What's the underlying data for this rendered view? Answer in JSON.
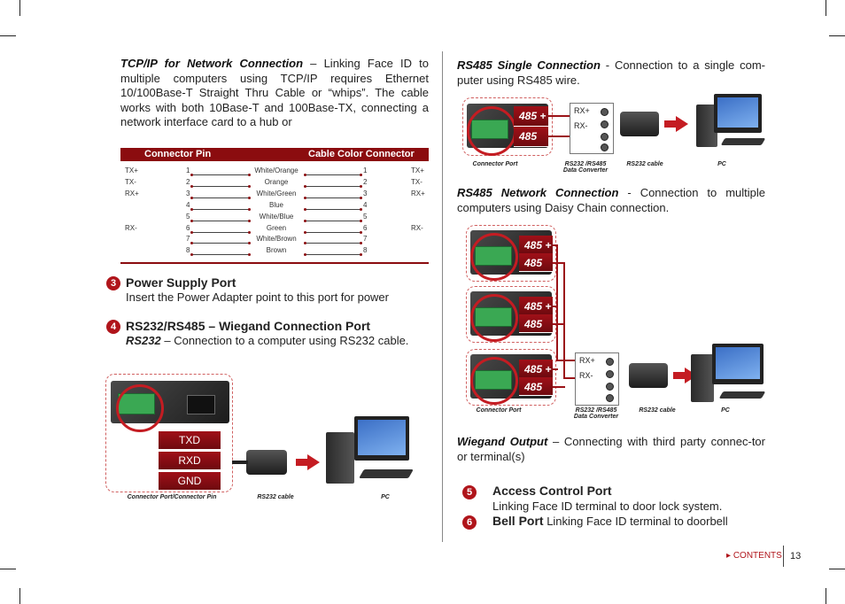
{
  "left": {
    "tcp_title": "TCP/IP for Network Connection",
    "tcp_text": " – Linking Face ID to multiple computers using TCP/IP requires Ethernet 10/100Base-T Straight Thru Cable or “whips”. The cable works with both 10Base-T and 100Base-TX, connecting a network interface card to a hub or",
    "table": {
      "head_left": "Connector Pin",
      "head_right": "Cable Color Connector",
      "rows": [
        {
          "lsig": "TX+",
          "lnum": "1",
          "color": "White/Orange",
          "rnum": "1",
          "rsig": "TX+"
        },
        {
          "lsig": "TX-",
          "lnum": "2",
          "color": "Orange",
          "rnum": "2",
          "rsig": "TX-"
        },
        {
          "lsig": "RX+",
          "lnum": "3",
          "color": "White/Green",
          "rnum": "3",
          "rsig": "RX+"
        },
        {
          "lsig": "",
          "lnum": "4",
          "color": "Blue",
          "rnum": "4",
          "rsig": ""
        },
        {
          "lsig": "",
          "lnum": "5",
          "color": "White/Blue",
          "rnum": "5",
          "rsig": ""
        },
        {
          "lsig": "RX-",
          "lnum": "6",
          "color": "Green",
          "rnum": "6",
          "rsig": "RX-"
        },
        {
          "lsig": "",
          "lnum": "7",
          "color": "White/Brown",
          "rnum": "7",
          "rsig": ""
        },
        {
          "lsig": "",
          "lnum": "8",
          "color": "Brown",
          "rnum": "8",
          "rsig": ""
        }
      ]
    },
    "sec3": {
      "num": "3",
      "title": "Power Supply Port",
      "text": "Insert the Power Adapter point to this port for power"
    },
    "sec4": {
      "num": "4",
      "title": "RS232/RS485 – Wiegand Connection Port",
      "sub_title": "RS232",
      "sub_text": " – Connection to a computer using RS232 cable."
    },
    "rs232_fig": {
      "pins": [
        "TXD",
        "RXD",
        "GND"
      ],
      "cap_port": "Connector Port/Connector Pin",
      "cap_cable": "RS232 cable",
      "cap_pc": "PC"
    }
  },
  "right": {
    "rs485_single_title": "RS485 Single Connection",
    "rs485_single_text": " - Connection to a  single com-puter using RS485 wire.",
    "single_fig": {
      "plus": "485 +",
      "minus": "485 —",
      "rxp": "RX+",
      "rxm": "RX-",
      "cap_port": "Connector Port",
      "cap_conv_1": "RS232 /RS485",
      "cap_conv_2": "Data Converter",
      "cap_cable": "RS232 cable",
      "cap_pc": "PC"
    },
    "rs485_net_title": "RS485 Network Connection",
    "rs485_net_text": " - Connection to multiple computers using Daisy Chain connection.",
    "net_fig": {
      "plus": "485 +",
      "minus": "485 —",
      "rxp": "RX+",
      "rxm": "RX-",
      "cap_port": "Connector Port",
      "cap_conv_1": "RS232 /RS485",
      "cap_conv_2": "Data Converter",
      "cap_cable": "RS232 cable",
      "cap_pc": "PC"
    },
    "wiegand_title": "Wiegand Output",
    "wiegand_text": " – Connecting with third party connec-tor or terminal(s)",
    "sec5": {
      "num": "5",
      "title": "Access Control Port",
      "text": "Linking Face ID terminal to door lock system."
    },
    "sec6": {
      "num": "6",
      "title": "Bell Port",
      "text": " Linking Face ID terminal to doorbell"
    }
  },
  "footer": {
    "contents": "CONTENTS",
    "page": "13"
  },
  "colors": {
    "accent": "#b0151b",
    "dark_red": "#8b0c0f",
    "terminal_green": "#3aa853"
  }
}
